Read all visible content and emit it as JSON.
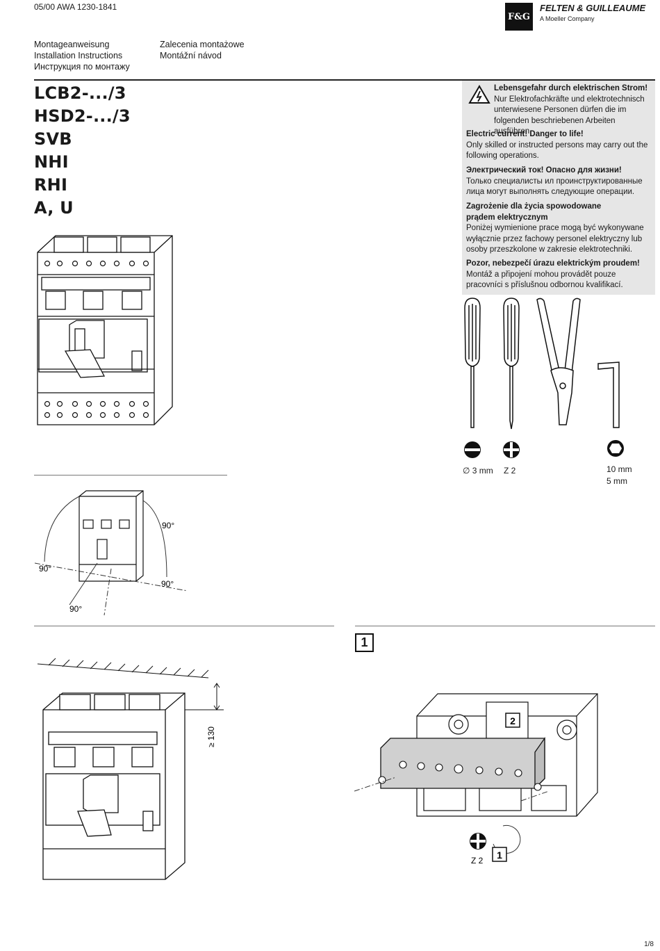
{
  "header": {
    "doc_number": "05/00 AWA 1230-1841",
    "logo_text": "F&G",
    "brand": "FELTEN & GUILLEAUME",
    "brand_sub": "A Moeller Company",
    "titles_left": [
      "Montageanweisung",
      "Installation Instructions",
      "Инструкция по монтажу"
    ],
    "titles_right": [
      "Zalecenia montażowe",
      "Montážní návod"
    ]
  },
  "models": [
    "LCB2-.../3",
    "HSD2-.../3",
    "SVB",
    "NHI",
    "RHI",
    "A, U"
  ],
  "warning": {
    "de_title": "Lebensgefahr durch elektrischen Strom!",
    "de_body": "Nur Elektrofachkräfte und elektrotechnisch unterwiesene Personen dürfen die im folgenden beschriebenen Arbeiten ausführen.",
    "en_title": "Electric current! Danger to life!",
    "en_body": "Only skilled or instructed persons may carry out the following operations.",
    "ru_title": "Электрический ток! Опасно для жизни!",
    "ru_body": "Только специалисты ил проинструктированные лица могут выполнять следующие операции.",
    "pl_title": "Zagrożenie dla życia spowodowane prądem elektrycznym",
    "pl_body": "Poniżej wymienione prace mogą być wykonywane wyłącznie przez fachowy personel elektryczny lub osoby przeszkolone w zakresie elektrotechniki.",
    "cz_title": "Pozor, nebezpečí úrazu elektrickým proudem!",
    "cz_body": "Montáž a připojení mohou provádět pouze pracovníci s příslušnou odbornou kvalifikací."
  },
  "tools": {
    "slotted": "∅ 3 mm",
    "phillips": "Z 2",
    "hex_1": "10 mm",
    "hex_2": "5 mm"
  },
  "angles": [
    "90°",
    "90°",
    "90°",
    "90°"
  ],
  "clearance": "≥ 130",
  "step": {
    "number": "1",
    "callout_2": "2",
    "callout_1": "1",
    "tool": "Z 2"
  },
  "page": "1/8"
}
